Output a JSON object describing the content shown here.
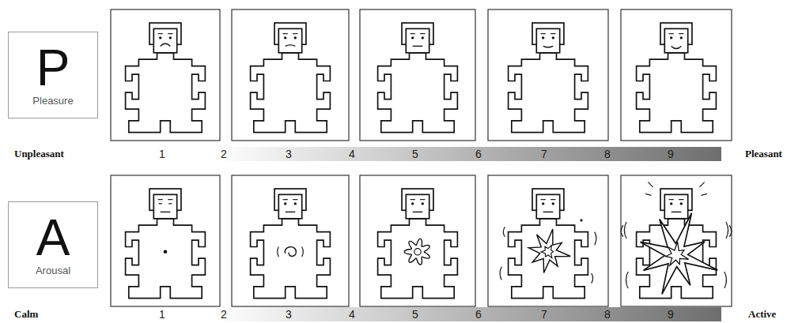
{
  "diagram": {
    "nodes": [
      {
        "text": [
          "P",
          "Pleasure"
        ]
      },
      {
        "text": [
          "A",
          "Arousal"
        ]
      }
    ],
    "labels": [
      "Unpleasant",
      "1",
      "2",
      "3",
      "4",
      "5",
      "6",
      "7",
      "8",
      "9",
      "Pleasant",
      "Calm",
      "1",
      "2",
      "3",
      "4",
      "5",
      "6",
      "7",
      "8",
      "9",
      "Active"
    ]
  }
}
